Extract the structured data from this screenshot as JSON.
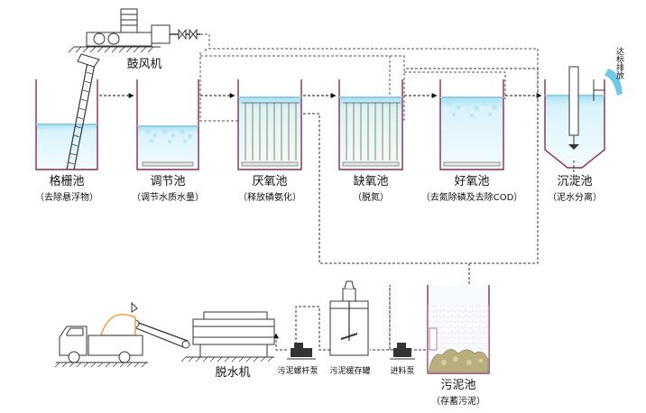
{
  "blower": {
    "label": "鼓风机"
  },
  "tanks": [
    {
      "name": "格栅池",
      "desc": "（去除悬浮物）"
    },
    {
      "name": "调节池",
      "desc": "（调节水质水量）"
    },
    {
      "name": "厌氧池",
      "desc": "（释放磷氨化）"
    },
    {
      "name": "缺氧池",
      "desc": "（脱氮）"
    },
    {
      "name": "好氧池",
      "desc": "（去氮除磷及去除COD）"
    },
    {
      "name": "沉淀池",
      "desc": "（泥水分离）"
    }
  ],
  "discharge": {
    "label": "达标排放"
  },
  "sludge": {
    "pond": {
      "name": "污泥池",
      "desc": "（存蓄污泥）"
    },
    "feed_pump": "进料泵",
    "buffer_tank": "污泥缓存罐",
    "screw_pump": "污泥螺杆泵",
    "dewater": "脱水机"
  },
  "colors": {
    "water": "#cdeef8",
    "tank_line": "#8b2a55",
    "sludge": "#b9ae7e"
  }
}
